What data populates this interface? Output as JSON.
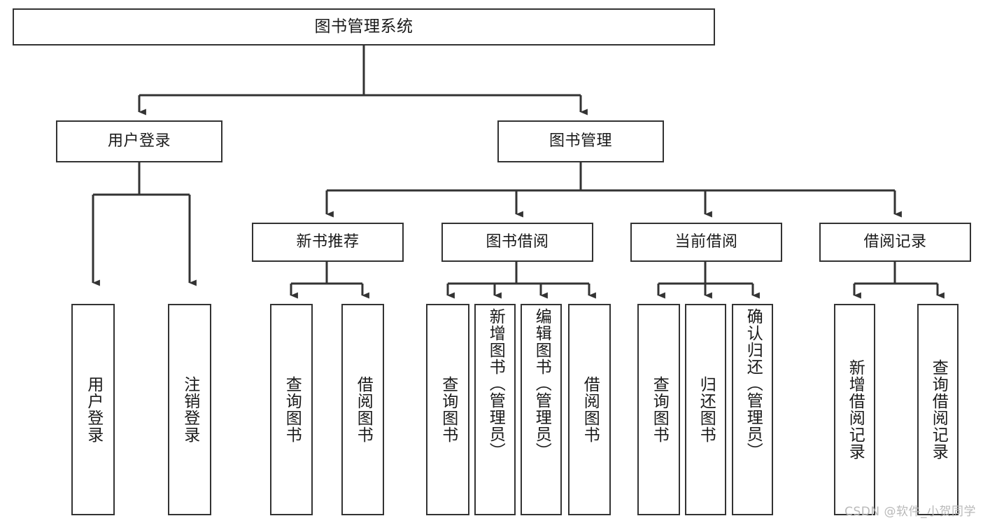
{
  "diagram": {
    "type": "tree",
    "title": "图书管理系统",
    "orientation": "top-down",
    "edge_color": "#333333",
    "node_border_color": "#333333",
    "node_fill_color": "#ffffff",
    "text_color": "#1a1a1a",
    "nodes": {
      "root": {
        "label": "图书管理系统"
      },
      "level2": [
        {
          "label": "用户登录"
        },
        {
          "label": "图书管理"
        }
      ],
      "level3": [
        {
          "label": "新书推荐"
        },
        {
          "label": "图书借阅"
        },
        {
          "label": "当前借阅"
        },
        {
          "label": "借阅记录"
        }
      ],
      "leaves": {
        "user_login": [
          {
            "label": "用户登录"
          },
          {
            "label": "注销登录"
          }
        ],
        "new_book": [
          {
            "label": "查询图书"
          },
          {
            "label": "借阅图书"
          }
        ],
        "book_borrow": [
          {
            "label": "查询图书"
          },
          {
            "label": "新增图书（管理员）"
          },
          {
            "label": "编辑图书（管理员）"
          },
          {
            "label": "借阅图书"
          }
        ],
        "current_borrow": [
          {
            "label": "查询图书"
          },
          {
            "label": "归还图书"
          },
          {
            "label": "确认归还（管理员）"
          }
        ],
        "borrow_record": [
          {
            "label": "新增借阅记录"
          },
          {
            "label": "查询借阅记录"
          }
        ]
      }
    }
  },
  "watermark": {
    "text": "CSDN @软件_小贺同学"
  }
}
